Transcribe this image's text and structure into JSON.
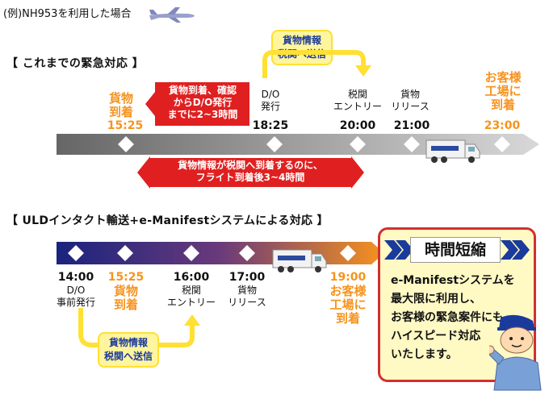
{
  "header": {
    "example_label": "(例)NH953を利用した場合"
  },
  "current": {
    "title": "【  これまでの緊急対応  】",
    "labels": {
      "cargo_arrival": [
        "貨物",
        "到着"
      ],
      "cargo_arrival_time": "15:25",
      "do_issue": [
        "D/O",
        "発行"
      ],
      "do_time": "18:25",
      "customs_entry": [
        "税関",
        "エントリー"
      ],
      "customs_time": "20:00",
      "cargo_release": [
        "貨物",
        "リリース"
      ],
      "release_time": "21:00",
      "customer_arrival": [
        "お客様",
        "工場に",
        "到着"
      ],
      "customer_time": "23:00"
    },
    "red_top": [
      "貨物到着、確認",
      "からD/O発行",
      "までに2~3時間"
    ],
    "yellow_top": [
      "貨物情報",
      "税関へ送信"
    ],
    "red_bottom": [
      "貨物情報が税関へ到着するのに、",
      "フライト到着後3~4時間"
    ]
  },
  "new": {
    "title": "【  ULDインタクト輸送+e-Manifestシステムによる対応  】",
    "labels": {
      "do_time": "14:00",
      "do_label": [
        "D/O",
        "事前発行"
      ],
      "cargo_arrival_time": "15:25",
      "cargo_arrival": [
        "貨物",
        "到着"
      ],
      "customs_time": "16:00",
      "customs_entry": [
        "税関",
        "エントリー"
      ],
      "release_time": "17:00",
      "cargo_release": [
        "貨物",
        "リリース"
      ],
      "customer_time": "19:00",
      "customer_arrival": [
        "お客様",
        "工場に",
        "到着"
      ]
    },
    "yellow_bottom": [
      "貨物情報",
      "税関へ送信"
    ],
    "result_title": "時間短縮",
    "result_body": [
      "e-Manifestシステムを",
      "最大限に利用し、",
      "お客様の緊急案件にも",
      "ハイスピード対応",
      "いたします。"
    ]
  },
  "colors": {
    "orange": "#f7931e",
    "red": "#e02020",
    "navy": "#1a3a9c",
    "yellow": "#fff59d"
  }
}
